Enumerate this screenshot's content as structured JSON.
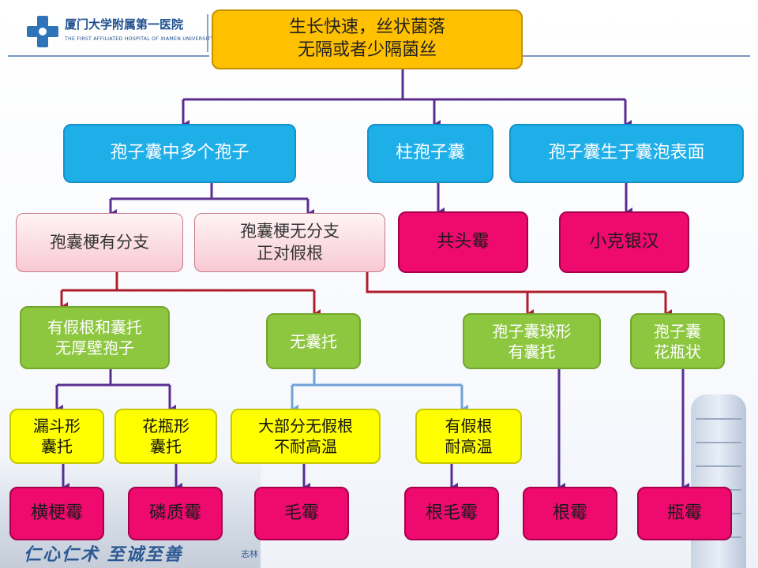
{
  "header": {
    "hospital_name": "厦门大学附属第一医院",
    "hospital_name_en": "THE FIRST AFFILIATED HOSPITAL OF XIAMEN UNIVERSITY"
  },
  "footer": {
    "slogan": "仁心仁术 至诚至善",
    "slogan_signature": "志林"
  },
  "diagram": {
    "root": "生长快速，丝状菌落\n无隔或者少隔菌丝",
    "level1": {
      "many_spores": "孢子囊中多个孢子",
      "columnar": "柱孢子囊",
      "surface": "孢子囊生于囊泡表面"
    },
    "level2": {
      "branched": "孢囊梗有分支",
      "unbranched": "孢囊梗无分支\n正对假根",
      "syncephalastrum": "共头霉",
      "cunninghamella": "小克银汉"
    },
    "level3": {
      "rhizoid_apophysis": "有假根和囊托\n无厚壁孢子",
      "no_apophysis": "无囊托",
      "globose": "孢子囊球形\n有囊托",
      "flask": "孢子囊\n花瓶状"
    },
    "level4": {
      "funnel": "漏斗形\n囊托",
      "vase": "花瓶形\n囊托",
      "mostly_no_rhizoid": "大部分无假根\n不耐高温",
      "rhizoid_heat": "有假根\n耐高温"
    },
    "leaves": {
      "lichtheimia": "横梗霉",
      "lichtheimia_alt": "磷质霉",
      "mucor": "毛霉",
      "rhizomucor": "根毛霉",
      "rhizopus": "根霉",
      "apophysomyces": "瓶霉"
    }
  },
  "colors": {
    "root": "#ffc000",
    "blue": "#1eaee8",
    "pink": "#f7c9d3",
    "green": "#8dc63f",
    "yellow": "#ffff00",
    "magenta": "#ee0a6f",
    "connector_purple": "#5a2d91",
    "connector_red": "#b01e2e",
    "connector_lightblue": "#6fa3d8"
  }
}
